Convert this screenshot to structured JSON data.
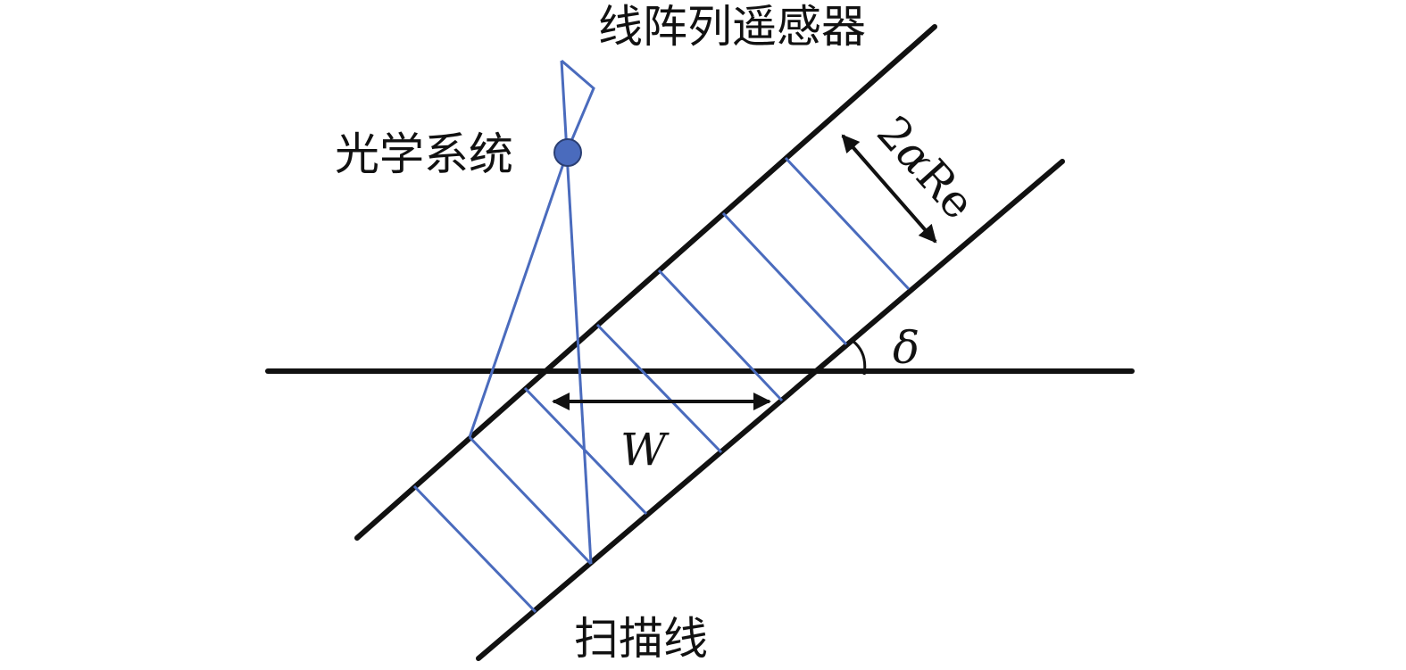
{
  "labels": {
    "sensor": "线阵列遥感器",
    "optical_system": "光学系统",
    "scan_line": "扫描线",
    "width_symbol": "W",
    "angle_symbol": "δ",
    "spacing_coefficient": "2",
    "spacing_alpha": "α",
    "spacing_suffix": "Re"
  },
  "colors": {
    "line": "#111111",
    "ray": "#4a6bbd",
    "optical_node": "#4a6bbd"
  }
}
